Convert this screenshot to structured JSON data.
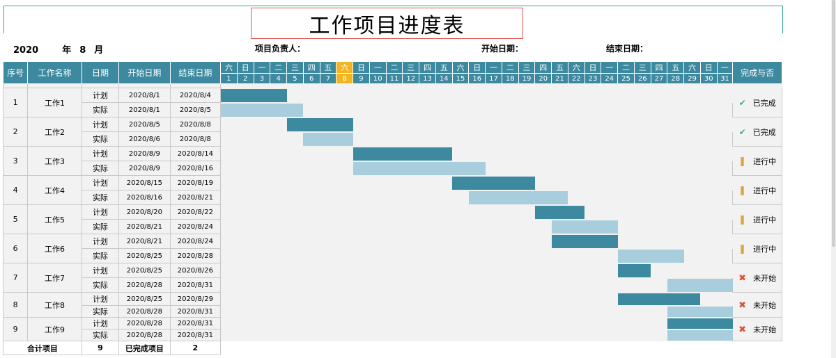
{
  "title": "工作项目进度表",
  "header": {
    "year": "2020",
    "year_unit": "年",
    "month": "8",
    "month_unit": "月",
    "owner_label": "项目负责人：",
    "start_label": "开始日期：",
    "end_label": "结束日期："
  },
  "columns": {
    "seq": "序号",
    "name": "工作名称",
    "type": "日期",
    "start": "开始日期",
    "end": "结束日期",
    "status": "完成与否"
  },
  "weekdays": [
    "六",
    "日",
    "一",
    "二",
    "三",
    "四",
    "五",
    "六",
    "日",
    "一",
    "二",
    "三",
    "四",
    "五",
    "六",
    "日",
    "一",
    "二",
    "三",
    "四",
    "五",
    "六",
    "日",
    "一",
    "二",
    "三",
    "四",
    "五",
    "六",
    "日",
    "一"
  ],
  "days": [
    "1",
    "2",
    "3",
    "4",
    "5",
    "6",
    "7",
    "8",
    "9",
    "10",
    "11",
    "12",
    "13",
    "14",
    "15",
    "16",
    "17",
    "18",
    "19",
    "20",
    "21",
    "22",
    "23",
    "24",
    "25",
    "26",
    "27",
    "28",
    "29",
    "30",
    "31"
  ],
  "today_index": 7,
  "colors": {
    "plan": "#3d8aa0",
    "actual": "#a8cedd",
    "header": "#3d8aa0",
    "today": "#f2b51f"
  },
  "tasks": [
    {
      "seq": "1",
      "name": "工作1",
      "plan_label": "计划",
      "plan_start": "2020/8/1",
      "plan_end": "2020/8/4",
      "actual_label": "实际",
      "actual_start": "2020/8/1",
      "actual_end": "2020/8/5",
      "status_icon": "check-icon",
      "status": "已完成"
    },
    {
      "seq": "2",
      "name": "工作2",
      "plan_label": "计划",
      "plan_start": "2020/8/5",
      "plan_end": "2020/8/8",
      "actual_label": "实际",
      "actual_start": "2020/8/6",
      "actual_end": "2020/8/8",
      "status_icon": "check-icon",
      "status": "已完成"
    },
    {
      "seq": "3",
      "name": "工作3",
      "plan_label": "计划",
      "plan_start": "2020/8/9",
      "plan_end": "2020/8/14",
      "actual_label": "实际",
      "actual_start": "2020/8/9",
      "actual_end": "2020/8/16",
      "status_icon": "exclamation-icon",
      "status": "进行中"
    },
    {
      "seq": "4",
      "name": "工作4",
      "plan_label": "计划",
      "plan_start": "2020/8/15",
      "plan_end": "2020/8/19",
      "actual_label": "实际",
      "actual_start": "2020/8/16",
      "actual_end": "2020/8/21",
      "status_icon": "exclamation-icon",
      "status": "进行中"
    },
    {
      "seq": "5",
      "name": "工作5",
      "plan_label": "计划",
      "plan_start": "2020/8/20",
      "plan_end": "2020/8/22",
      "actual_label": "实际",
      "actual_start": "2020/8/21",
      "actual_end": "2020/8/24",
      "status_icon": "exclamation-icon",
      "status": "进行中"
    },
    {
      "seq": "6",
      "name": "工作6",
      "plan_label": "计划",
      "plan_start": "2020/8/21",
      "plan_end": "2020/8/24",
      "actual_label": "实际",
      "actual_start": "2020/8/25",
      "actual_end": "2020/8/28",
      "status_icon": "exclamation-icon",
      "status": "进行中"
    },
    {
      "seq": "7",
      "name": "工作7",
      "plan_label": "计划",
      "plan_start": "2020/8/25",
      "plan_end": "2020/8/26",
      "actual_label": "实际",
      "actual_start": "2020/8/28",
      "actual_end": "2020/8/31",
      "status_icon": "cross-icon",
      "status": "未开始"
    },
    {
      "seq": "8",
      "name": "工作8",
      "plan_label": "计划",
      "plan_start": "2020/8/25",
      "plan_end": "2020/8/29",
      "actual_label": "实际",
      "actual_start": "2020/8/28",
      "actual_end": "2020/8/31",
      "status_icon": "cross-icon",
      "status": "未开始"
    },
    {
      "seq": "9",
      "name": "工作9",
      "plan_label": "计划",
      "plan_start": "2020/8/28",
      "plan_end": "2020/8/31",
      "actual_label": "实际",
      "actual_start": "2020/8/28",
      "actual_end": "2020/8/31",
      "status_icon": "cross-icon",
      "status": "未开始"
    }
  ],
  "footer": {
    "total_label": "合计项目",
    "total_value": "9",
    "done_label": "已完成项目",
    "done_value": "2"
  }
}
